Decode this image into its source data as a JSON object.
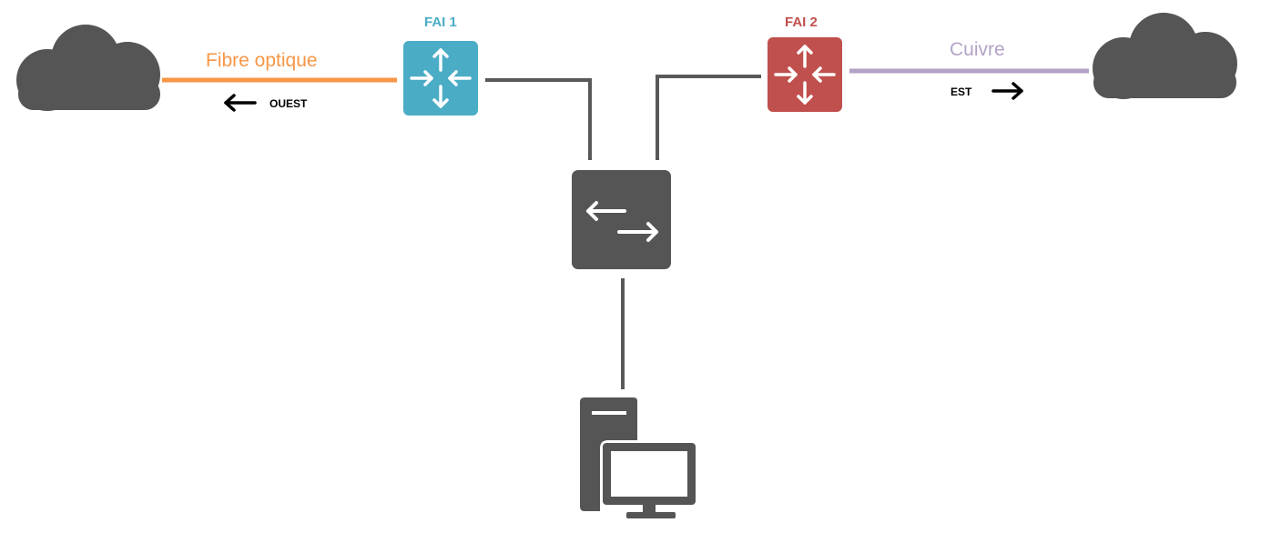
{
  "routers": {
    "fai1": {
      "label": "FAI 1",
      "color": "#4BACC6"
    },
    "fai2": {
      "label": "FAI 2",
      "color": "#C0504D"
    }
  },
  "links": {
    "west": {
      "label": "Fibre optique",
      "color": "#F79646",
      "direction": "OUEST"
    },
    "east": {
      "label": "Cuivre",
      "color": "#B3A2C7",
      "direction": "EST"
    }
  },
  "colors": {
    "device": "#555555",
    "wire": "#595959",
    "glyph": "#ffffff"
  },
  "icons": [
    "cloud-icon",
    "router-icon",
    "switch-icon",
    "workstation-icon",
    "arrow-left-icon",
    "arrow-right-icon"
  ]
}
